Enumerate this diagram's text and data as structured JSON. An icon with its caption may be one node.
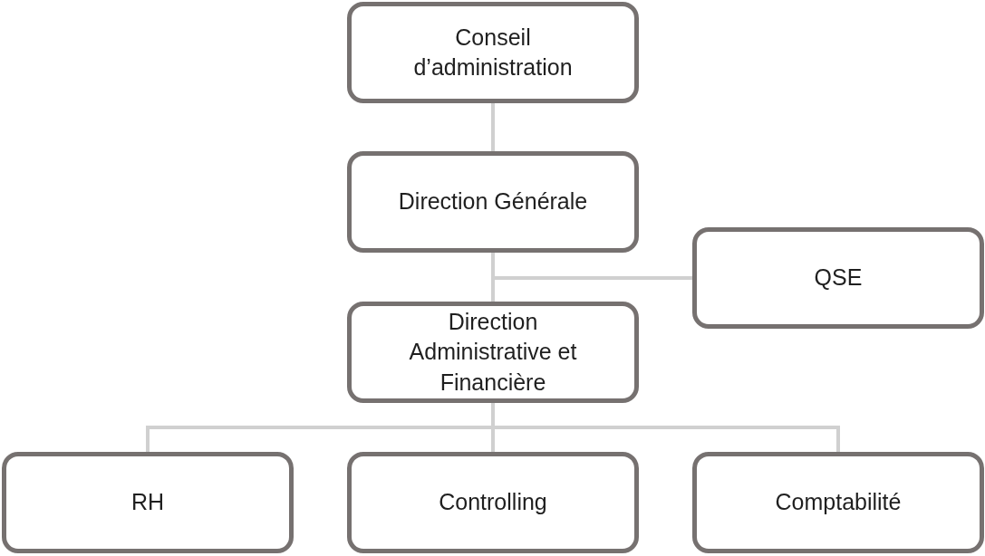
{
  "diagram": {
    "nodes": [
      {
        "text": [
          "Conseil d’administration"
        ]
      },
      {
        "text": [
          "Direction Générale"
        ]
      },
      {
        "text": [
          "QSE"
        ]
      },
      {
        "text": [
          "Direction Administrative et Financière"
        ]
      },
      {
        "text": [
          "RH"
        ]
      },
      {
        "text": [
          "Controlling"
        ]
      },
      {
        "text": [
          "Comptabilité"
        ]
      }
    ],
    "edges": [
      {
        "from": 0,
        "to": 1,
        "arrow": "none"
      },
      {
        "from": 1,
        "to": 3,
        "arrow": "none"
      },
      {
        "from": 1,
        "to": 2,
        "arrow": "none"
      },
      {
        "from": 3,
        "to": 4,
        "arrow": "none"
      },
      {
        "from": 3,
        "to": 5,
        "arrow": "none"
      },
      {
        "from": 3,
        "to": 6,
        "arrow": "none"
      }
    ]
  }
}
